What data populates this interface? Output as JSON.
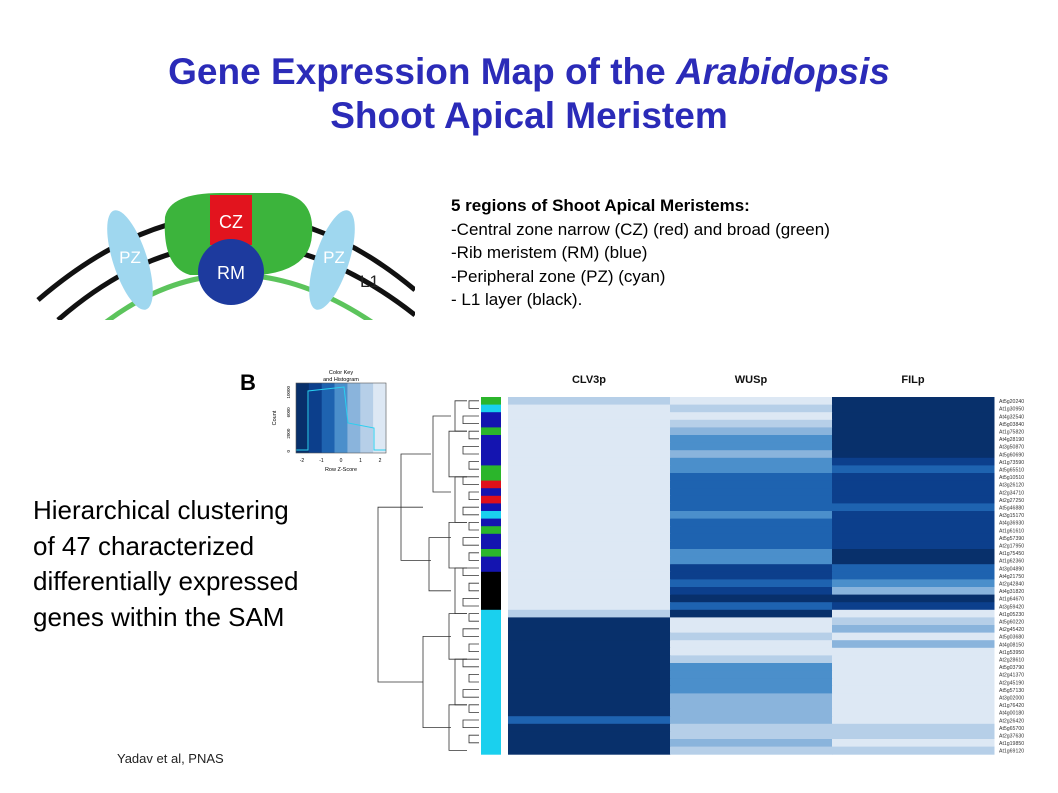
{
  "title": {
    "line1_prefix": "Gene Expression Map of the ",
    "line1_italic": "Arabidopsis",
    "line2": "Shoot Apical Meristem"
  },
  "diagram_labels": {
    "cz": "CZ",
    "rm": "RM",
    "pz_left": "PZ",
    "pz_right": "PZ",
    "l1": "L1"
  },
  "regions": {
    "heading": "5 regions of Shoot Apical Meristems:",
    "items": [
      "-Central zone narrow (CZ) (red) and  broad (green)",
      "-Rib meristem (RM) (blue)",
      "-Peripheral zone (PZ) (cyan)",
      "- L1 layer (black)."
    ]
  },
  "clustering_text": [
    "Hierarchical clustering",
    "of 47 characterized",
    "differentially expressed",
    "genes within the SAM"
  ],
  "citation": "Yadav et al, PNAS",
  "figure": {
    "panel_letter": "B",
    "color_key": {
      "title_line1": "Color Key",
      "title_line2": "and Histogram",
      "ylabel": "Count",
      "xlabel": "Row Z-Score",
      "yticks": [
        "0",
        "2000",
        "6000",
        "10000"
      ],
      "xticks": [
        "-2",
        "-1",
        "0",
        "1",
        "2"
      ]
    },
    "columns": [
      "CLV3p",
      "WUSp",
      "FILp"
    ],
    "colors": {
      "light": "#dde8f4",
      "pale": "#b6cfe8",
      "mid": "#8ab4dc",
      "med": "#4b8fcb",
      "strong": "#1e63b0",
      "deep": "#0c3f8c",
      "darkest": "#08306b",
      "green": "#2bb52b",
      "cyan": "#1ad0ee",
      "red": "#e0101a",
      "blue": "#1414b0",
      "black": "#000000"
    },
    "row_side_colors": [
      "green",
      "cyan",
      "blue",
      "blue",
      "green",
      "blue",
      "blue",
      "blue",
      "blue",
      "green",
      "green",
      "red",
      "blue",
      "red",
      "blue",
      "cyan",
      "blue",
      "green",
      "blue",
      "blue",
      "green",
      "blue",
      "blue",
      "black",
      "black",
      "black",
      "black",
      "black",
      "cyan",
      "cyan",
      "cyan",
      "cyan",
      "cyan",
      "cyan",
      "cyan",
      "cyan",
      "cyan",
      "cyan",
      "cyan",
      "cyan",
      "cyan",
      "cyan",
      "cyan",
      "cyan",
      "cyan",
      "cyan",
      "cyan"
    ],
    "rows": [
      {
        "gene": "At5g20240",
        "cells": [
          "pale",
          "light",
          "darkest"
        ]
      },
      {
        "gene": "At1g30950",
        "cells": [
          "light",
          "pale",
          "darkest"
        ]
      },
      {
        "gene": "At4g32540",
        "cells": [
          "light",
          "light",
          "darkest"
        ]
      },
      {
        "gene": "At5g03840",
        "cells": [
          "light",
          "pale",
          "darkest"
        ]
      },
      {
        "gene": "At1g75820",
        "cells": [
          "light",
          "mid",
          "darkest"
        ]
      },
      {
        "gene": "At4g28190",
        "cells": [
          "light",
          "med",
          "darkest"
        ]
      },
      {
        "gene": "At3g50870",
        "cells": [
          "light",
          "med",
          "darkest"
        ]
      },
      {
        "gene": "At5g60690",
        "cells": [
          "light",
          "mid",
          "darkest"
        ]
      },
      {
        "gene": "At1g73590",
        "cells": [
          "light",
          "med",
          "deep"
        ]
      },
      {
        "gene": "At5g65510",
        "cells": [
          "light",
          "med",
          "strong"
        ]
      },
      {
        "gene": "At5g10510",
        "cells": [
          "light",
          "strong",
          "deep"
        ]
      },
      {
        "gene": "At3g26120",
        "cells": [
          "light",
          "strong",
          "deep"
        ]
      },
      {
        "gene": "At2g34710",
        "cells": [
          "light",
          "strong",
          "deep"
        ]
      },
      {
        "gene": "At2g27250",
        "cells": [
          "light",
          "strong",
          "deep"
        ]
      },
      {
        "gene": "At5g46880",
        "cells": [
          "light",
          "strong",
          "strong"
        ]
      },
      {
        "gene": "At3g15170",
        "cells": [
          "light",
          "med",
          "deep"
        ]
      },
      {
        "gene": "At4g36930",
        "cells": [
          "light",
          "strong",
          "deep"
        ]
      },
      {
        "gene": "At1g61610",
        "cells": [
          "light",
          "strong",
          "deep"
        ]
      },
      {
        "gene": "At5g57390",
        "cells": [
          "light",
          "strong",
          "deep"
        ]
      },
      {
        "gene": "At2g17950",
        "cells": [
          "light",
          "strong",
          "deep"
        ]
      },
      {
        "gene": "At1g75450",
        "cells": [
          "light",
          "med",
          "darkest"
        ]
      },
      {
        "gene": "At1g62360",
        "cells": [
          "light",
          "med",
          "darkest"
        ]
      },
      {
        "gene": "At3g04890",
        "cells": [
          "light",
          "deep",
          "strong"
        ]
      },
      {
        "gene": "At4g21750",
        "cells": [
          "light",
          "deep",
          "strong"
        ]
      },
      {
        "gene": "At2g42840",
        "cells": [
          "light",
          "strong",
          "med"
        ]
      },
      {
        "gene": "At4g31820",
        "cells": [
          "light",
          "deep",
          "mid"
        ]
      },
      {
        "gene": "At1g64670",
        "cells": [
          "light",
          "darkest",
          "darkest"
        ]
      },
      {
        "gene": "At3g59420",
        "cells": [
          "light",
          "strong",
          "deep"
        ]
      },
      {
        "gene": "At1g05230",
        "cells": [
          "pale",
          "darkest",
          "light"
        ]
      },
      {
        "gene": "At5g60220",
        "cells": [
          "darkest",
          "light",
          "pale"
        ]
      },
      {
        "gene": "At2g45420",
        "cells": [
          "darkest",
          "light",
          "mid"
        ]
      },
      {
        "gene": "At5g03680",
        "cells": [
          "darkest",
          "pale",
          "light"
        ]
      },
      {
        "gene": "At4g08150",
        "cells": [
          "darkest",
          "light",
          "mid"
        ]
      },
      {
        "gene": "At1g53950",
        "cells": [
          "darkest",
          "light",
          "light"
        ]
      },
      {
        "gene": "At2g28610",
        "cells": [
          "darkest",
          "pale",
          "light"
        ]
      },
      {
        "gene": "At5g03790",
        "cells": [
          "darkest",
          "med",
          "light"
        ]
      },
      {
        "gene": "At2g41370",
        "cells": [
          "darkest",
          "med",
          "light"
        ]
      },
      {
        "gene": "At2g45190",
        "cells": [
          "darkest",
          "med",
          "light"
        ]
      },
      {
        "gene": "At5g57130",
        "cells": [
          "darkest",
          "med",
          "light"
        ]
      },
      {
        "gene": "At3g02000",
        "cells": [
          "darkest",
          "mid",
          "light"
        ]
      },
      {
        "gene": "At1g76420",
        "cells": [
          "darkest",
          "mid",
          "light"
        ]
      },
      {
        "gene": "At4g00180",
        "cells": [
          "darkest",
          "mid",
          "light"
        ]
      },
      {
        "gene": "At2g26420",
        "cells": [
          "strong",
          "mid",
          "light"
        ]
      },
      {
        "gene": "At5g65700",
        "cells": [
          "darkest",
          "pale",
          "pale"
        ]
      },
      {
        "gene": "At2g37630",
        "cells": [
          "darkest",
          "pale",
          "pale"
        ]
      },
      {
        "gene": "At1g19850",
        "cells": [
          "darkest",
          "mid",
          "light"
        ]
      },
      {
        "gene": "At1g69120",
        "cells": [
          "darkest",
          "pale",
          "pale"
        ]
      }
    ]
  }
}
